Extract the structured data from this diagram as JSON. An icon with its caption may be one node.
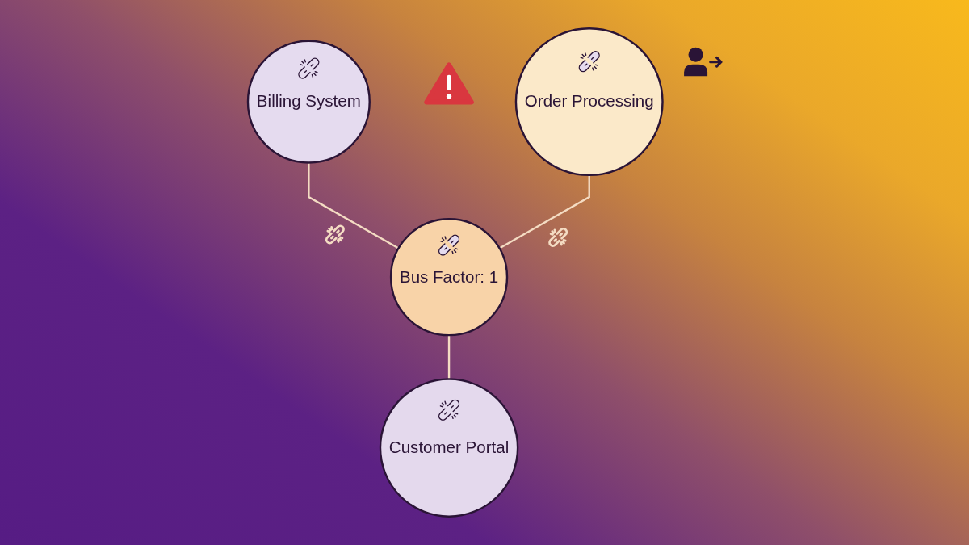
{
  "diagram": {
    "nodes": [
      {
        "text": [
          "Billing System"
        ]
      },
      {
        "text": [
          "Order Processing"
        ]
      },
      {
        "text": [
          "Bus Factor: 1"
        ]
      },
      {
        "text": [
          "Customer Portal"
        ]
      }
    ],
    "edges": [
      {
        "from": 0,
        "to": 2,
        "arrow": "none"
      },
      {
        "from": 1,
        "to": 2,
        "arrow": "none"
      },
      {
        "from": 2,
        "to": 3,
        "arrow": "none"
      }
    ]
  }
}
